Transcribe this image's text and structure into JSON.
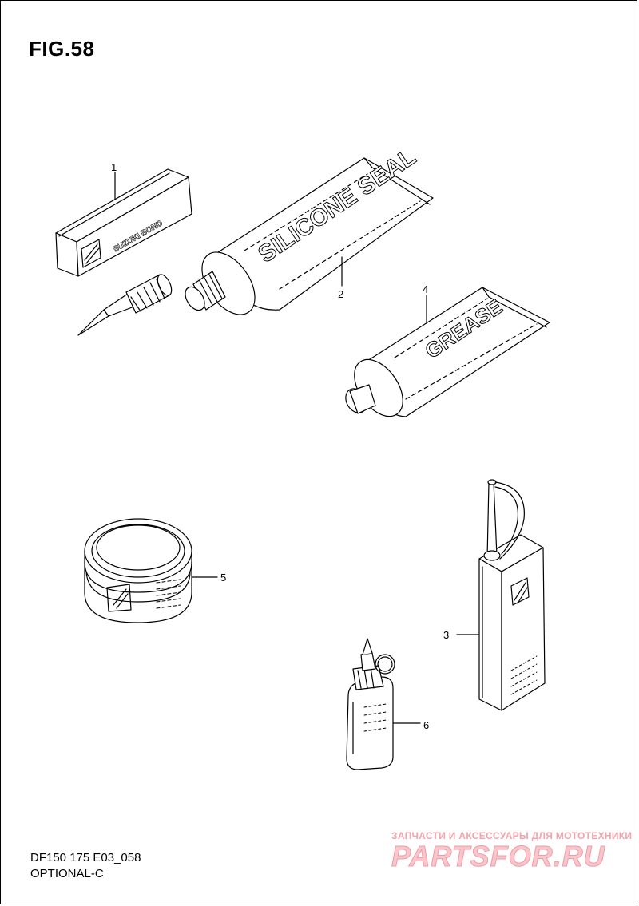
{
  "figure": {
    "title": "FIG.58",
    "code": "DF150 175 E03_058",
    "subtitle": "OPTIONAL-C"
  },
  "parts": [
    {
      "number": "1",
      "label_text": "SUZUKI BOND"
    },
    {
      "number": "2",
      "label_text": "SILICONE SEAL"
    },
    {
      "number": "3"
    },
    {
      "number": "4",
      "label_text": "GREASE"
    },
    {
      "number": "5"
    },
    {
      "number": "6"
    }
  ],
  "watermark": {
    "caption": "ЗАПЧАСТИ И АКСЕССУАРЫ ДЛЯ МОТОТЕХНИКИ",
    "logo": "PARTSFOR.RU",
    "color": "#f2a4ad"
  }
}
